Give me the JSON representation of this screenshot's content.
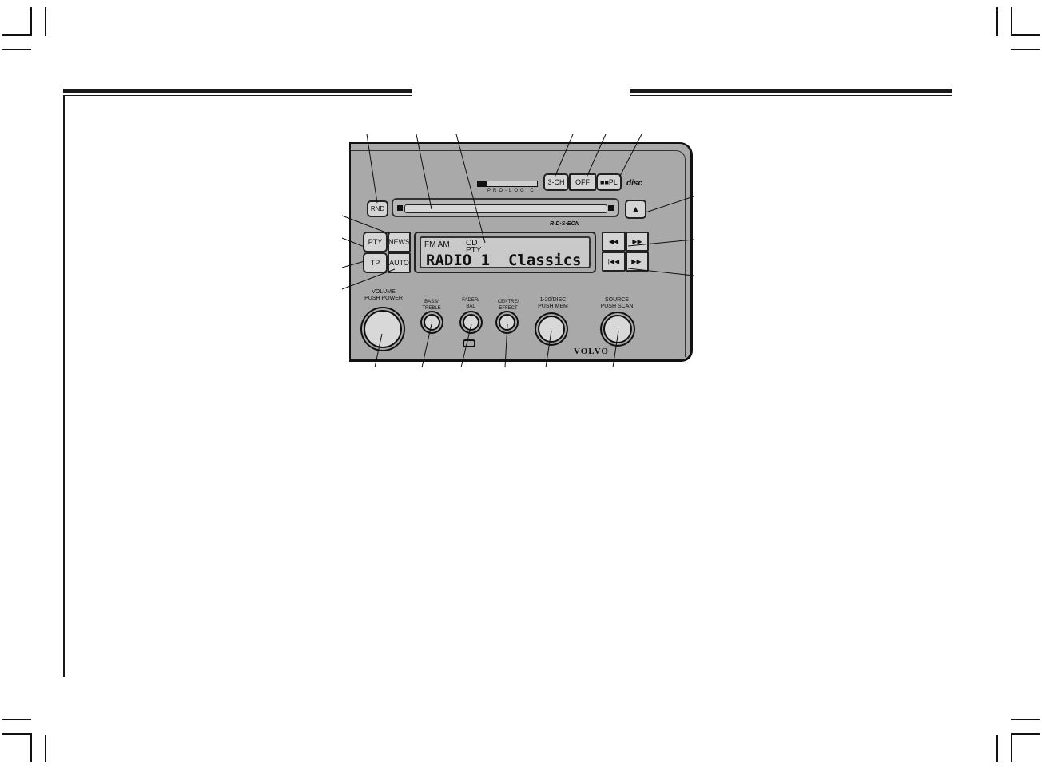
{
  "page": {
    "background": "#ffffff",
    "ink": "#111111",
    "panel_color": "#a9a9a9",
    "button_color": "#d4d4d4"
  },
  "radio": {
    "brand": "VOLVO",
    "prologic_label": "PRO-LOGIC",
    "disc_logo": "disc",
    "rds_label": "R·D·S·EON",
    "top_buttons": {
      "rnd": "RND",
      "three_ch": "3-CH",
      "off": "OFF",
      "dpl": "■■PL",
      "eject": "▲"
    },
    "left_buttons": {
      "pty": "PTY",
      "news": "NEWS",
      "tp": "TP",
      "auto": "AUTO"
    },
    "right_buttons": {
      "rewind": "◀◀",
      "fast_forward": "▶▶",
      "prev_track": "|◀◀",
      "next_track": "▶▶|"
    },
    "display": {
      "band_indicators": "FM AM",
      "cd_indicator": "CD",
      "pty_indicator": "PTY",
      "main_text": "RADIO 1  Classics"
    },
    "knobs": {
      "volume": "VOLUME\nPUSH POWER",
      "volume_line1": "VOLUME",
      "volume_line2": "PUSH POWER",
      "bass_line1": "BASS/",
      "bass_line2": "TREBLE",
      "fader_line1": "FADER/",
      "fader_line2": "BAL",
      "centre_line1": "CENTRE/",
      "centre_line2": "EFFECT",
      "mem_line1": "1-20/DISC",
      "mem_line2": "PUSH MEM",
      "source_line1": "SOURCE",
      "source_line2": "PUSH SCAN"
    }
  }
}
